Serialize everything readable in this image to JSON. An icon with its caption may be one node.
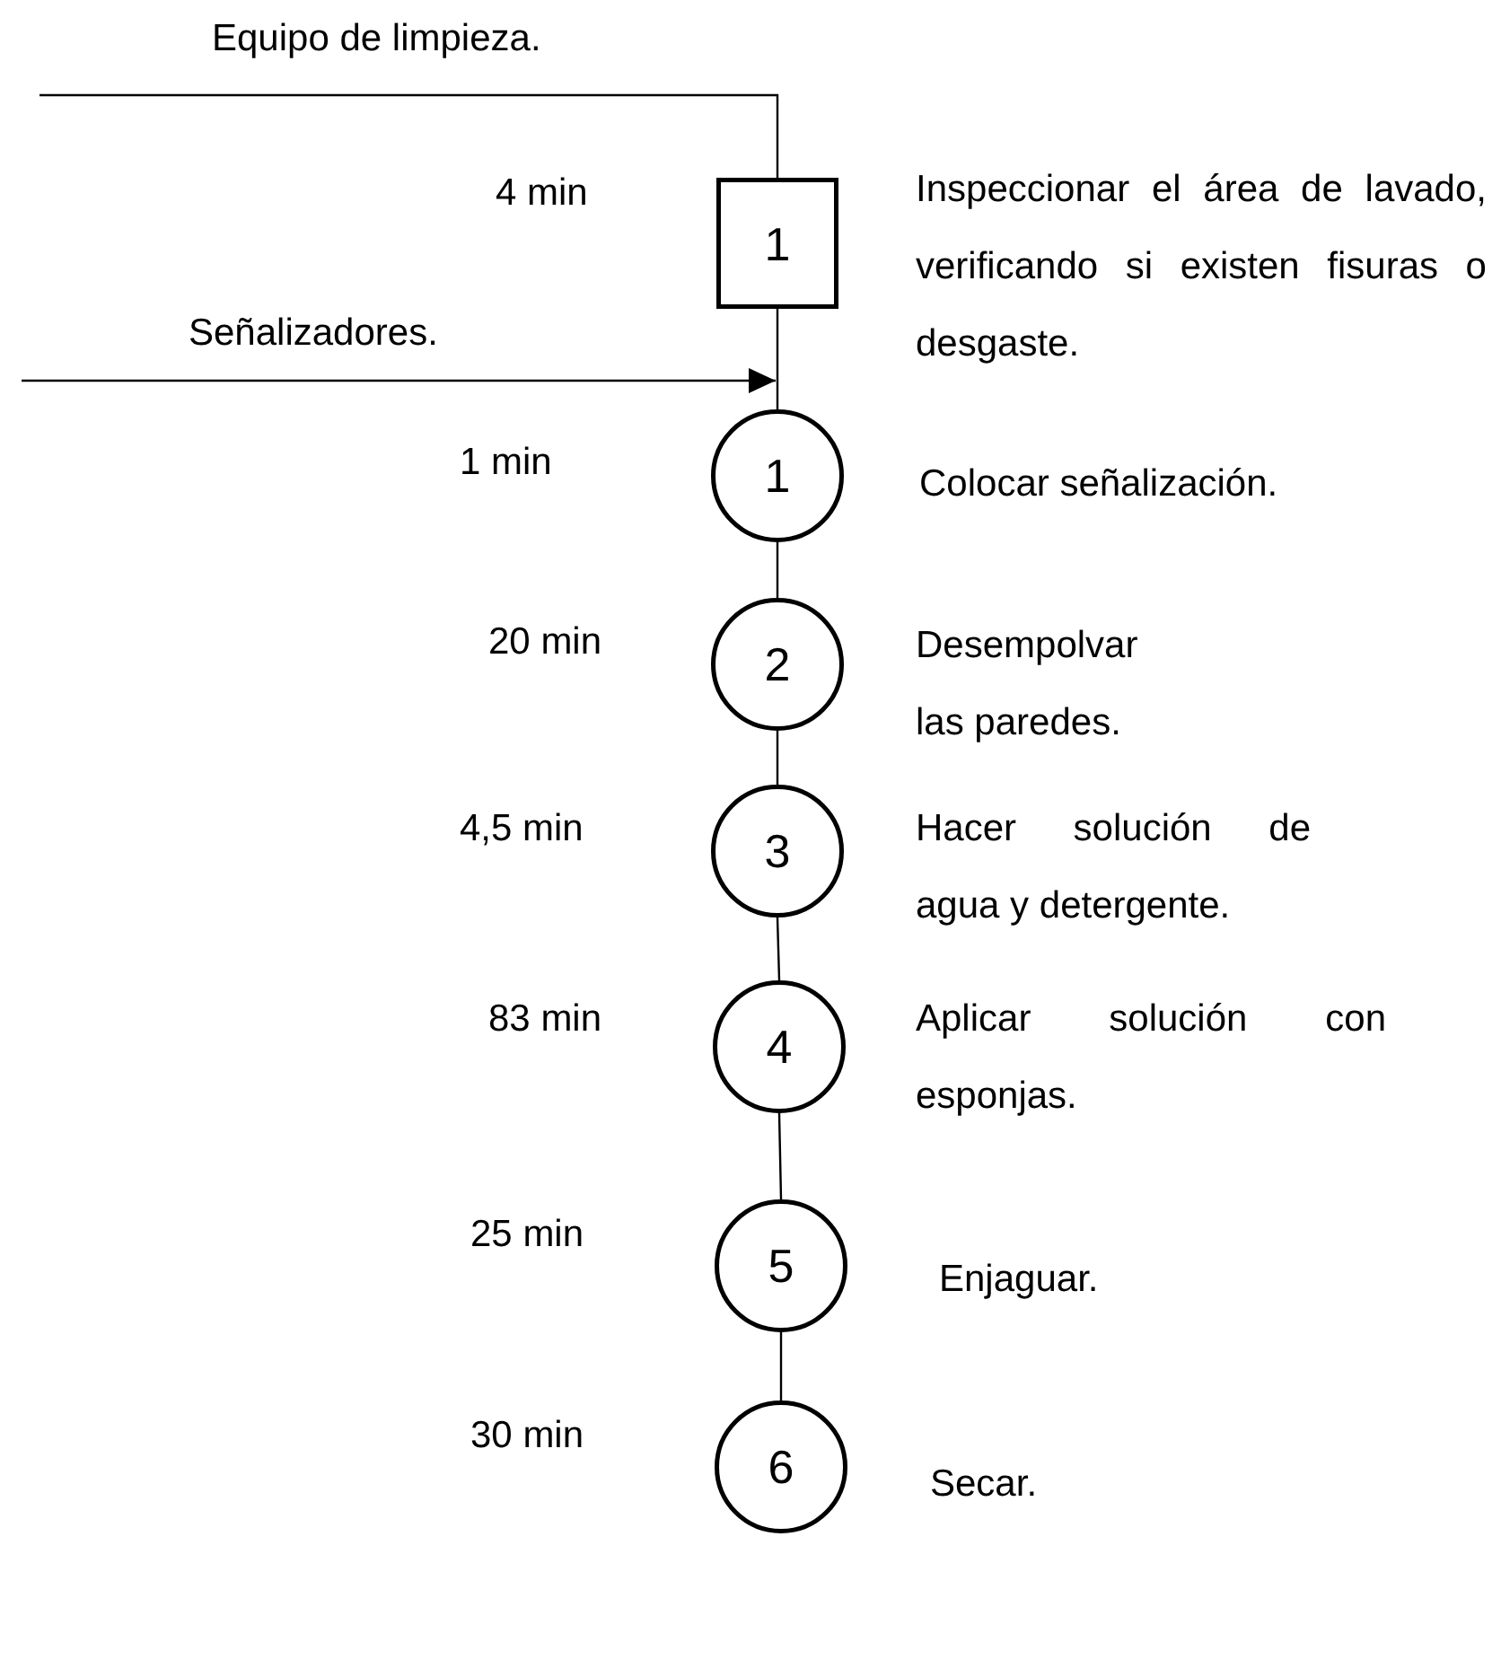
{
  "diagram": {
    "nodes": [
      {
        "text": [
          "1"
        ],
        "beside": [
          "Inspeccionar el área de lavado, verificando si existen fisuras o desgaste."
        ]
      },
      {
        "text": [
          "1"
        ],
        "beside": [
          "Colocar señalización."
        ]
      },
      {
        "text": [
          "2"
        ],
        "beside": [
          "Desempolvar las paredes."
        ]
      },
      {
        "text": [
          "3"
        ],
        "beside": [
          "Hacer solución de agua y detergente."
        ]
      },
      {
        "text": [
          "4"
        ],
        "beside": [
          "Aplicar solución con esponjas."
        ]
      },
      {
        "text": [
          "5"
        ],
        "beside": [
          "Enjaguar."
        ]
      },
      {
        "text": [
          "6"
        ],
        "beside": [
          "Secar."
        ]
      }
    ],
    "labels": [
      "4 min",
      "1 min",
      "20 min",
      "4,5 min",
      "83 min",
      "25 min",
      "30 min"
    ],
    "edges": [
      {
        "from": null,
        "to": 0,
        "arrow": "none",
        "label": "Equipo de limpieza."
      },
      {
        "from": 0,
        "to": 1,
        "arrow": "none"
      },
      {
        "from": null,
        "to": 1,
        "arrow": "to",
        "label": "Señalizadores."
      },
      {
        "from": 1,
        "to": 2,
        "arrow": "none"
      },
      {
        "from": 2,
        "to": 3,
        "arrow": "none"
      },
      {
        "from": 3,
        "to": 4,
        "arrow": "none"
      },
      {
        "from": 4,
        "to": 5,
        "arrow": "none"
      },
      {
        "from": 5,
        "to": 6,
        "arrow": "none"
      }
    ]
  }
}
